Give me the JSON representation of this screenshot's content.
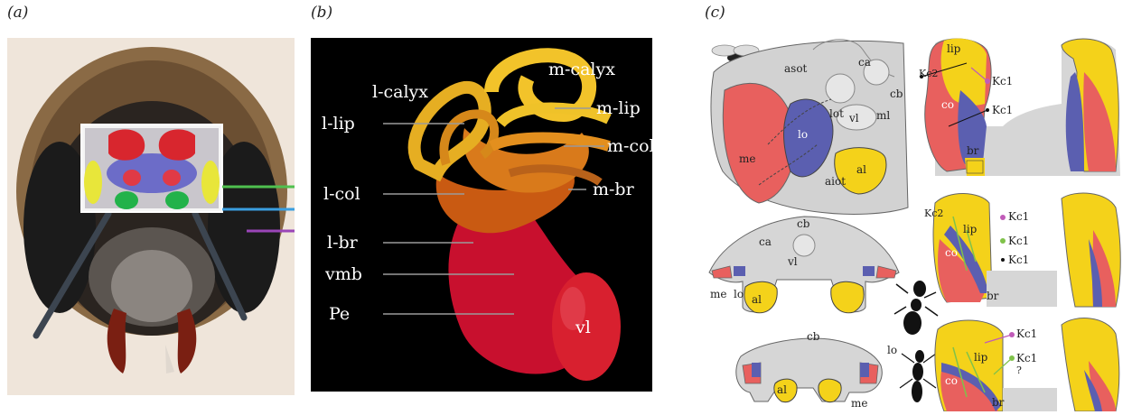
{
  "panels": {
    "a": {
      "label": "(a)"
    },
    "b": {
      "label": "(b)",
      "labels": {
        "l_calyx": "l-calyx",
        "m_calyx": "m-calyx",
        "l_lip": "l-lip",
        "m_lip": "m-lip",
        "l_col": "l-col",
        "m_col": "m-col",
        "l_br": "l-br",
        "m_br": "m-br",
        "vmb": "vmb",
        "pe": "Pe",
        "vl": "vl"
      }
    },
    "c": {
      "label": "(c)",
      "labels": {
        "asot": "asot",
        "ca": "ca",
        "vl": "vl",
        "cb": "cb",
        "ml": "ml",
        "lot": "lot",
        "lo": "lo",
        "me": "me",
        "al": "al",
        "aiot": "aiot",
        "lip": "lip",
        "kc1": "Kc1",
        "kc2": "Kc2",
        "co": "co",
        "br": "br",
        "q": "?"
      }
    }
  },
  "colors": {
    "red_medulla": "#e8605e",
    "blue_lobula": "#5b5fb0",
    "yellow_al": "#f4d21a",
    "grey_brain": "#d6d6d6",
    "calyx_yellow": "#f2c32a",
    "peduncle_red": "#c8102e",
    "kc1_magenta": "#c05bb8",
    "kc1_green": "#7fc24a"
  }
}
